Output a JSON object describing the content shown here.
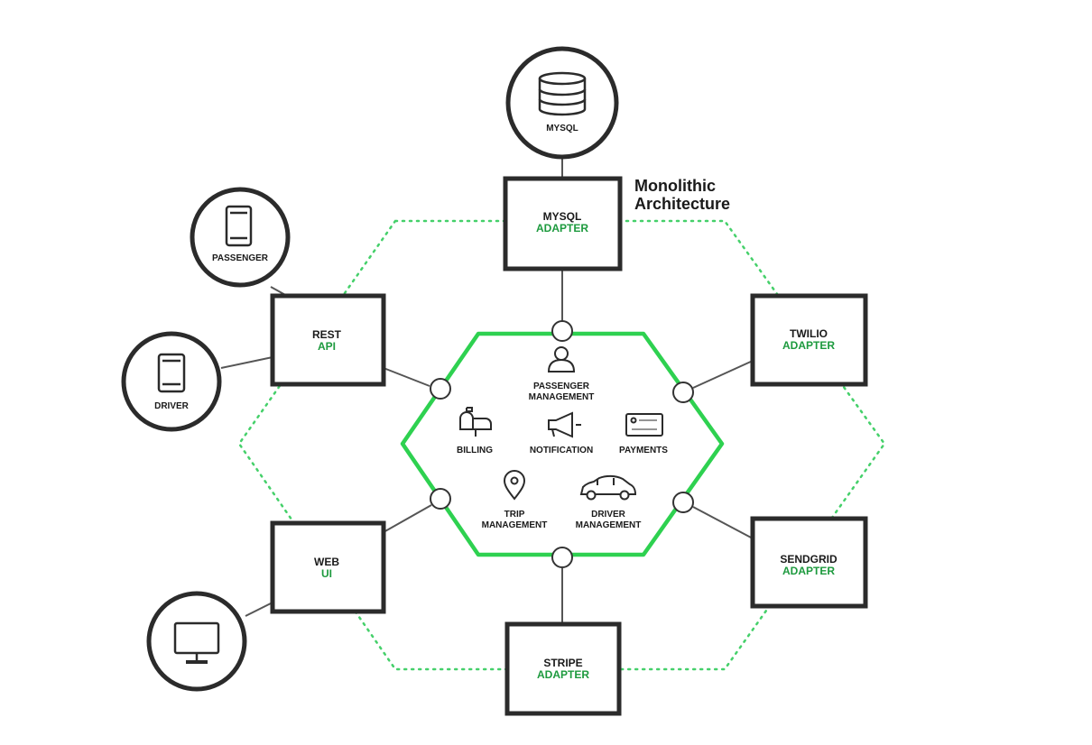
{
  "title_lines": [
    "Monolithic",
    "Architecture"
  ],
  "colors": {
    "green": "#2ed150",
    "green_text": "#1d9a3e",
    "dark": "#2b2b2b",
    "dotted": "#45d06a"
  },
  "external": {
    "mysql": {
      "label": "MYSQL",
      "icon": "database-icon"
    },
    "passenger": {
      "label": "PASSENGER",
      "icon": "mobile-phone-icon"
    },
    "driver": {
      "label": "DRIVER",
      "icon": "tablet-icon"
    },
    "browser": {
      "label": "",
      "icon": "desktop-monitor-icon"
    }
  },
  "adapters": {
    "mysql": {
      "line1": "MYSQL",
      "line2": "ADAPTER"
    },
    "rest": {
      "line1": "REST",
      "line2": "API"
    },
    "twilio": {
      "line1": "TWILIO",
      "line2": "ADAPTER"
    },
    "web": {
      "line1": "WEB",
      "line2": "UI"
    },
    "sendgrid": {
      "line1": "SENDGRID",
      "line2": "ADAPTER"
    },
    "stripe": {
      "line1": "STRIPE",
      "line2": "ADAPTER"
    }
  },
  "modules": {
    "passenger_mgmt": {
      "line1": "PASSENGER",
      "line2": "MANAGEMENT",
      "icon": "person-icon"
    },
    "billing": {
      "line1": "BILLING",
      "icon": "mailbox-icon"
    },
    "notification": {
      "line1": "NOTIFICATION",
      "icon": "megaphone-icon"
    },
    "payments": {
      "line1": "PAYMENTS",
      "icon": "credit-card-icon"
    },
    "trip_mgmt": {
      "line1": "TRIP",
      "line2": "MANAGEMENT",
      "icon": "map-pin-icon"
    },
    "driver_mgmt": {
      "line1": "DRIVER",
      "line2": "MANAGEMENT",
      "icon": "car-icon"
    }
  }
}
